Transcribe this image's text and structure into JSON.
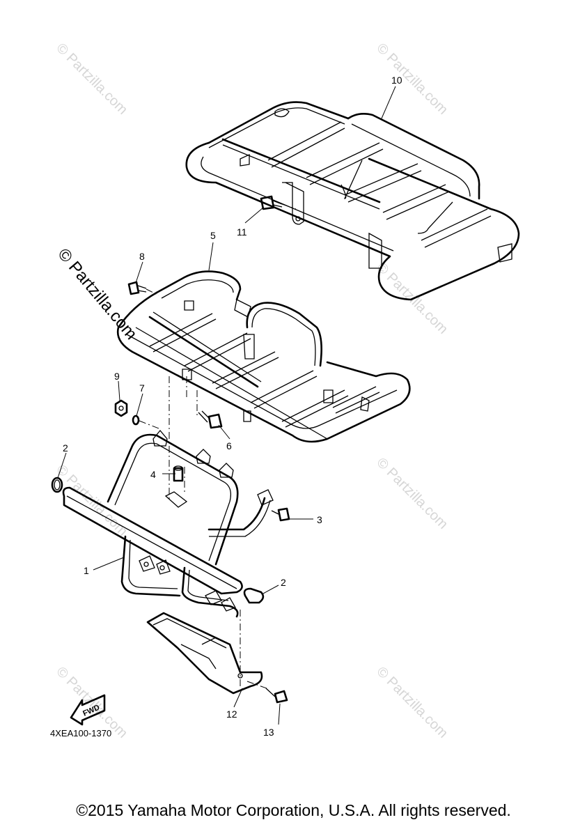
{
  "diagram": {
    "callouts": [
      {
        "id": "1",
        "label": "1"
      },
      {
        "id": "2a",
        "label": "2"
      },
      {
        "id": "2b",
        "label": "2"
      },
      {
        "id": "3",
        "label": "3"
      },
      {
        "id": "4",
        "label": "4"
      },
      {
        "id": "5",
        "label": "5"
      },
      {
        "id": "6",
        "label": "6"
      },
      {
        "id": "7",
        "label": "7"
      },
      {
        "id": "8",
        "label": "8"
      },
      {
        "id": "9",
        "label": "9"
      },
      {
        "id": "10",
        "label": "10"
      },
      {
        "id": "11",
        "label": "11"
      },
      {
        "id": "12",
        "label": "12"
      },
      {
        "id": "13",
        "label": "13"
      }
    ],
    "fwd_label": "FWD",
    "part_code": "4XEA100-1370"
  },
  "watermarks": {
    "small": "© Partzilla.com",
    "large": "© Partzilla.com"
  },
  "copyright": "©2015 Yamaha Motor Corporation, U.S.A. All rights reserved."
}
